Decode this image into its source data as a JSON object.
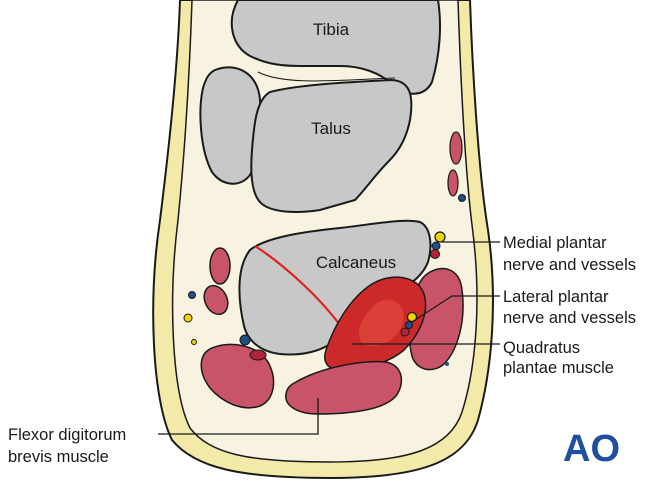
{
  "figure": {
    "bones": {
      "tibia": "Tibia",
      "talus": "Talus",
      "calcaneus": "Calcaneus"
    },
    "callouts": {
      "medial_plantar": [
        "Medial plantar",
        "nerve and vessels"
      ],
      "lateral_plantar": [
        "Lateral plantar",
        "nerve and vessels"
      ],
      "quadratus": [
        "Quadratus",
        "plantae muscle"
      ],
      "flexor": [
        "Flexor digitorum",
        "brevis muscle"
      ]
    },
    "logo": "AO",
    "colors": {
      "skin": "#f3e9a8",
      "soft_tissue": "#f7f3e0",
      "bone": "#c8c8c8",
      "muscle": "#c9546a",
      "quadratus_core": "#cc2a2a",
      "artery": "#b3243a",
      "vein": "#1f4f8a",
      "nerve": "#f0d400",
      "fracture_line": "#e02020",
      "logo": "#1f4f9e"
    }
  }
}
